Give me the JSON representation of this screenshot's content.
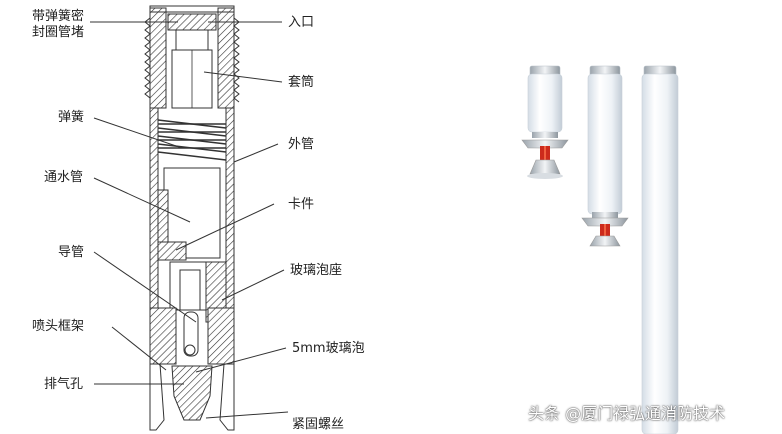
{
  "diagram": {
    "labels": {
      "sealed_plug_l1": "带弹簧密",
      "sealed_plug_l2": "封圈管堵",
      "spring": "弹簧",
      "water_pipe": "通水管",
      "guide_pipe": "导管",
      "nozzle_frame": "喷头框架",
      "vent_hole": "排气孔",
      "inlet": "入口",
      "sleeve": "套筒",
      "outer_pipe": "外管",
      "clip": "卡件",
      "bulb_seat": "玻璃泡座",
      "bulb_5mm": "5mm玻璃泡",
      "lock_nut": "紧固螺丝"
    }
  },
  "watermark": "头条 @厦门禄弘通消防技术"
}
